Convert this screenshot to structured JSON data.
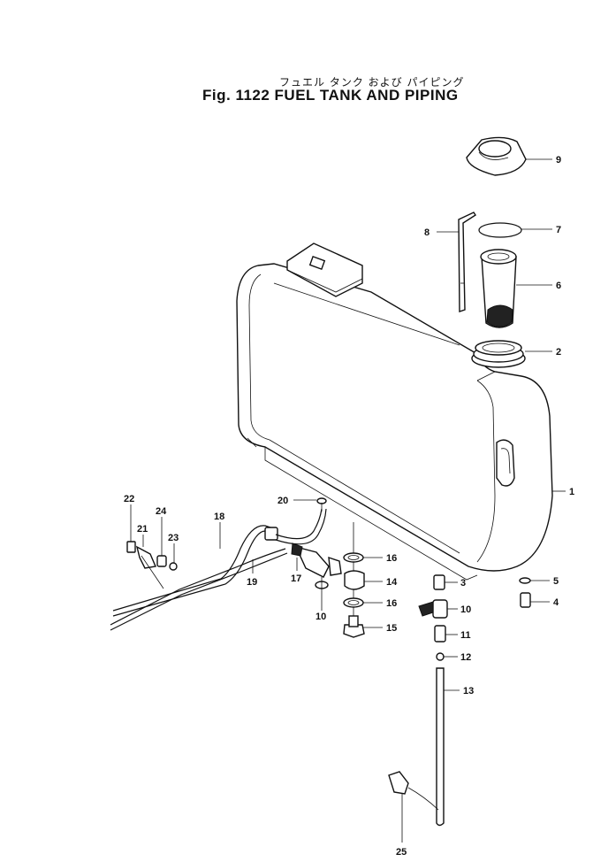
{
  "figure": {
    "title_jp": "フュエル タンク および パイピング",
    "title": "Fig. 1122 FUEL TANK AND PIPING"
  },
  "callouts": {
    "c1": "1",
    "c2": "2",
    "c3": "3",
    "c4": "4",
    "c5": "5",
    "c6": "6",
    "c7": "7",
    "c8": "8",
    "c9": "9",
    "c10a": "10",
    "c10b": "10",
    "c11": "11",
    "c12": "12",
    "c13": "13",
    "c14": "14",
    "c15": "15",
    "c16a": "16",
    "c16b": "16",
    "c17": "17",
    "c18": "18",
    "c19": "19",
    "c20": "20",
    "c21": "21",
    "c22": "22",
    "c23": "23",
    "c24": "24",
    "c25": "25"
  }
}
